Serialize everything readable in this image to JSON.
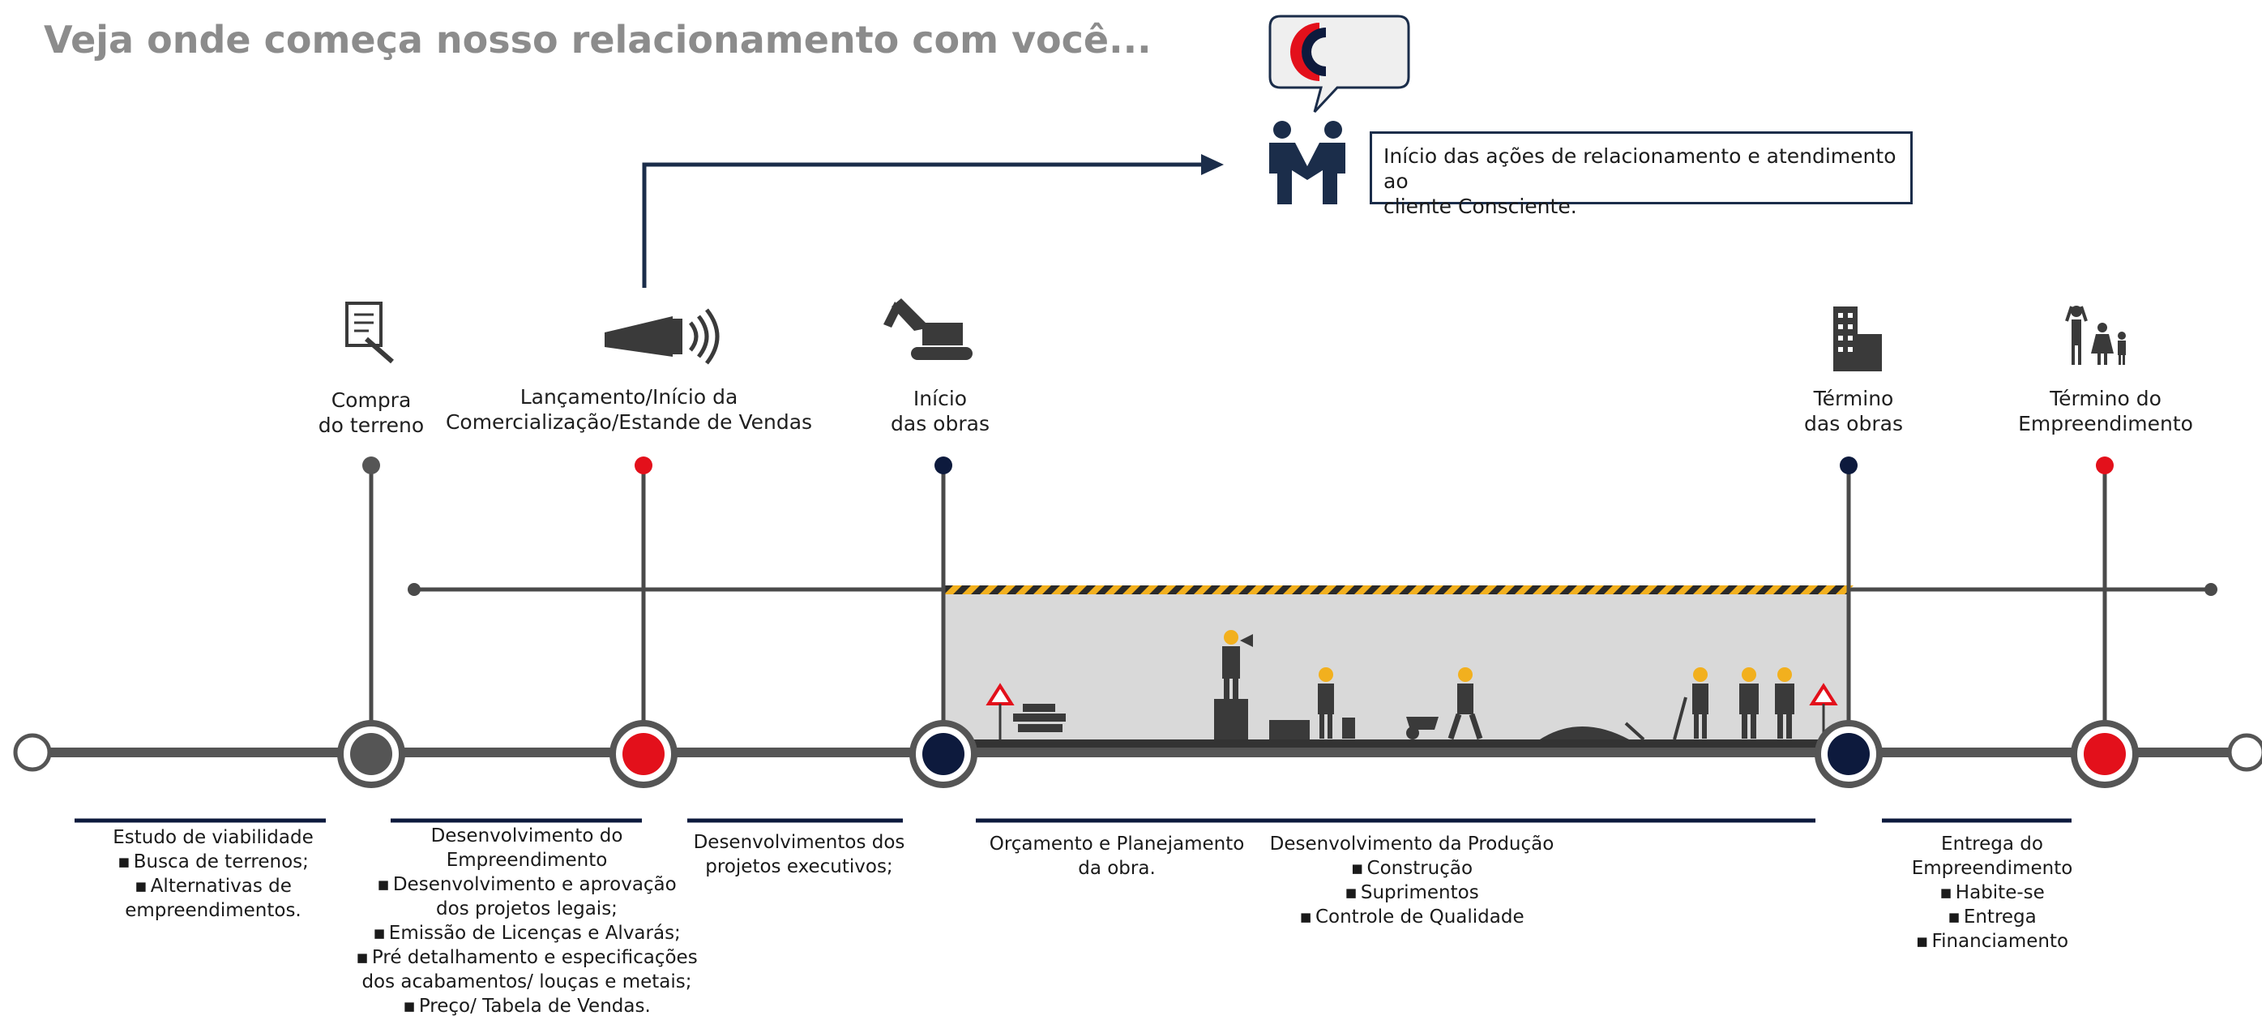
{
  "subtitle": "Veja onde começa nosso relacionamento com você...",
  "info_box": {
    "line1": "Início das ações de relacionamento e atendimento ao",
    "line2": "cliente Consciente."
  },
  "colors": {
    "navy": "#0d1a3d",
    "red": "#e3101b",
    "gray": "#555555",
    "line": "#4a4a4a",
    "band": "#d9d9d9",
    "hazard": "#f2b01e"
  },
  "milestones": [
    {
      "id": "compra",
      "lines": [
        "Compra",
        "do terreno"
      ],
      "color": "#555555",
      "icon": "document-pen-icon"
    },
    {
      "id": "lancamento",
      "lines": [
        "Lançamento/Início da",
        "Comercialização/Estande de Vendas"
      ],
      "color": "#e3101b",
      "icon": "megaphone-icon"
    },
    {
      "id": "inicio-obras",
      "lines": [
        "Início",
        "das obras"
      ],
      "color": "#0d1a3d",
      "icon": "excavator-icon"
    },
    {
      "id": "termino-obras",
      "lines": [
        "Término",
        "das obras"
      ],
      "color": "#0d1a3d",
      "icon": "building-icon"
    },
    {
      "id": "termino-emp",
      "lines": [
        "Término do",
        "Empreendimento"
      ],
      "color": "#e3101b",
      "icon": "family-icon"
    }
  ],
  "phases": [
    {
      "id": "viabilidade",
      "lines": [
        {
          "text": "Estudo de viabilidade",
          "bullet": false
        },
        {
          "text": "Busca de terrenos;",
          "bullet": true
        },
        {
          "text": "Alternativas de",
          "bullet": true
        },
        {
          "text": "empreendimentos.",
          "bullet": false
        }
      ]
    },
    {
      "id": "desenvolvimento",
      "lines": [
        {
          "text": "Desenvolvimento do",
          "bullet": false
        },
        {
          "text": "Empreendimento",
          "bullet": false
        },
        {
          "text": "Desenvolvimento e aprovação",
          "bullet": true
        },
        {
          "text": "dos projetos legais;",
          "bullet": false
        },
        {
          "text": "Emissão de Licenças e Alvarás;",
          "bullet": true
        },
        {
          "text": "Pré detalhamento e especificações",
          "bullet": true
        },
        {
          "text": "dos acabamentos/ louças e metais;",
          "bullet": false
        },
        {
          "text": "Preço/ Tabela de Vendas.",
          "bullet": true
        }
      ]
    },
    {
      "id": "executivos",
      "lines": [
        {
          "text": "Desenvolvimentos dos",
          "bullet": false
        },
        {
          "text": "projetos executivos;",
          "bullet": false
        }
      ]
    },
    {
      "id": "orcamento",
      "lines": [
        {
          "text": "Orçamento e Planejamento",
          "bullet": false
        },
        {
          "text": "da obra.",
          "bullet": false
        }
      ]
    },
    {
      "id": "producao",
      "lines": [
        {
          "text": "Desenvolvimento da Produção",
          "bullet": false
        },
        {
          "text": "Construção",
          "bullet": true
        },
        {
          "text": "Suprimentos",
          "bullet": true
        },
        {
          "text": "Controle de Qualidade",
          "bullet": true
        }
      ]
    },
    {
      "id": "entrega",
      "lines": [
        {
          "text": "Entrega do",
          "bullet": false
        },
        {
          "text": "Empreendimento",
          "bullet": false
        },
        {
          "text": "Habite-se",
          "bullet": true
        },
        {
          "text": "Entrega",
          "bullet": true
        },
        {
          "text": "Financiamento",
          "bullet": true
        }
      ]
    }
  ]
}
